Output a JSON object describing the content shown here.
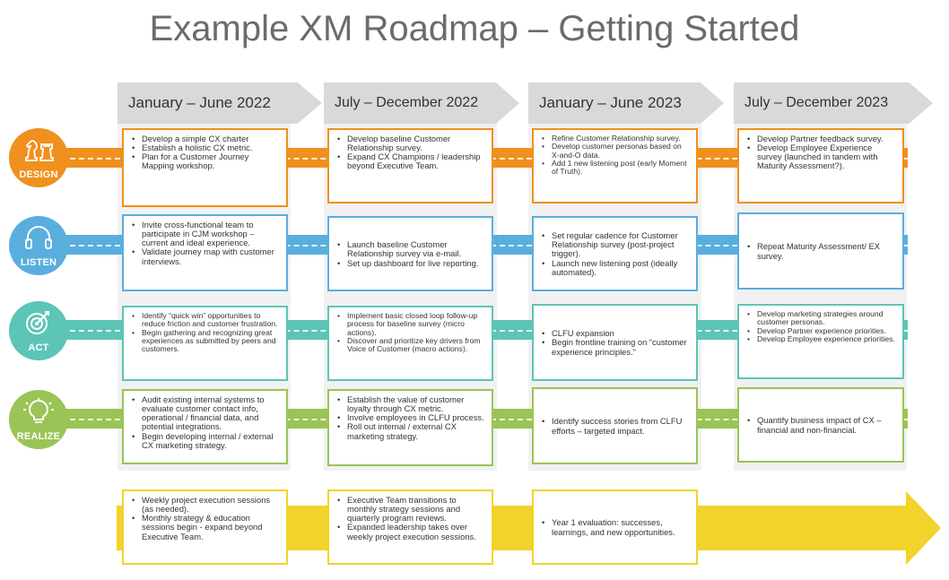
{
  "title": "Example XM Roadmap – Getting Started",
  "colors": {
    "design": "#f0901e",
    "listen": "#5aaede",
    "act": "#5cc5b6",
    "realize": "#9ac455",
    "foundation": "#f1d32b",
    "header": "#d9d9d9"
  },
  "periods": [
    "January – June 2022",
    "July – December  2022",
    "January – June 2023",
    "July – December  2023"
  ],
  "lanes": [
    {
      "label": "DESIGN",
      "icon": "chess-pieces-icon",
      "cells": [
        [
          "Develop a simple CX charter",
          "Establish a holistic CX metric.",
          "Plan for  a Customer Journey Mapping workshop."
        ],
        [
          "Develop baseline Customer Relationship survey.",
          "Expand CX Champions / leadership beyond Executive Team."
        ],
        [
          "Refine  Customer Relationship survey.",
          "Develop customer personas based on X-and-O data.",
          "Add 1 new listening post (early Moment of Truth)."
        ],
        [
          "Develop Partner feedback survey.",
          "Develop Employee Experience survey (launched in tandem with Maturity Assessment?)."
        ]
      ]
    },
    {
      "label": "LISTEN",
      "icon": "headphones-icon",
      "cells": [
        [
          "Invite cross-functional team to participate in CJM workshop – current and ideal experience.",
          "Validate journey  map with customer interviews."
        ],
        [
          "Launch baseline Customer Relationship survey via e-mail.",
          "Set up dashboard for live reporting."
        ],
        [
          "Set regular cadence for Customer Relationship survey (post-project trigger).",
          "Launch new listening post (ideally automated)."
        ],
        [
          "Repeat Maturity Assessment/ EX survey."
        ]
      ]
    },
    {
      "label": "ACT",
      "icon": "target-icon",
      "cells": [
        [
          "Identify “quick win” opportunities to reduce friction and customer frustration.",
          "Begin  gathering and recognizing great experiences  as submitted by peers and customers."
        ],
        [
          "Implement basic closed loop follow-up process for baseline survey (micro actions).",
          "Discover and prioritize  key drivers from Voice of Customer (macro actions)."
        ],
        [
          "CLFU expansion",
          "Begin frontline  training on “customer experience principles.”"
        ],
        [
          "Develop marketing strategies around customer personas.",
          "Develop Partner experience priorities.",
          "Develop Employee experience priorities."
        ]
      ]
    },
    {
      "label": "REALIZE",
      "icon": "lightbulb-icon",
      "cells": [
        [
          "Audit existing internal systems to evaluate customer contact info, operational / financial data, and potential integrations.",
          "Begin developing internal  / external CX marketing strategy."
        ],
        [
          "Establish the value of customer loyalty through CX metric.",
          "Involve employees in CLFU process.",
          "Roll out internal / external CX marketing strategy."
        ],
        [
          "Identify success stories from CLFU efforts – targeted impact."
        ],
        [
          "Quantify business impact of CX – financial and non-financial."
        ]
      ]
    }
  ],
  "foundation": [
    [
      "Weekly project execution sessions (as needed).",
      "Monthly strategy & education sessions  begin - expand beyond Executive Team."
    ],
    [
      "Executive Team transitions to monthly strategy sessions and quarterly program reviews.",
      "Expanded leadership takes over weekly project execution sessions."
    ],
    [
      "Year 1 evaluation:  successes, learnings, and new opportunities."
    ]
  ]
}
